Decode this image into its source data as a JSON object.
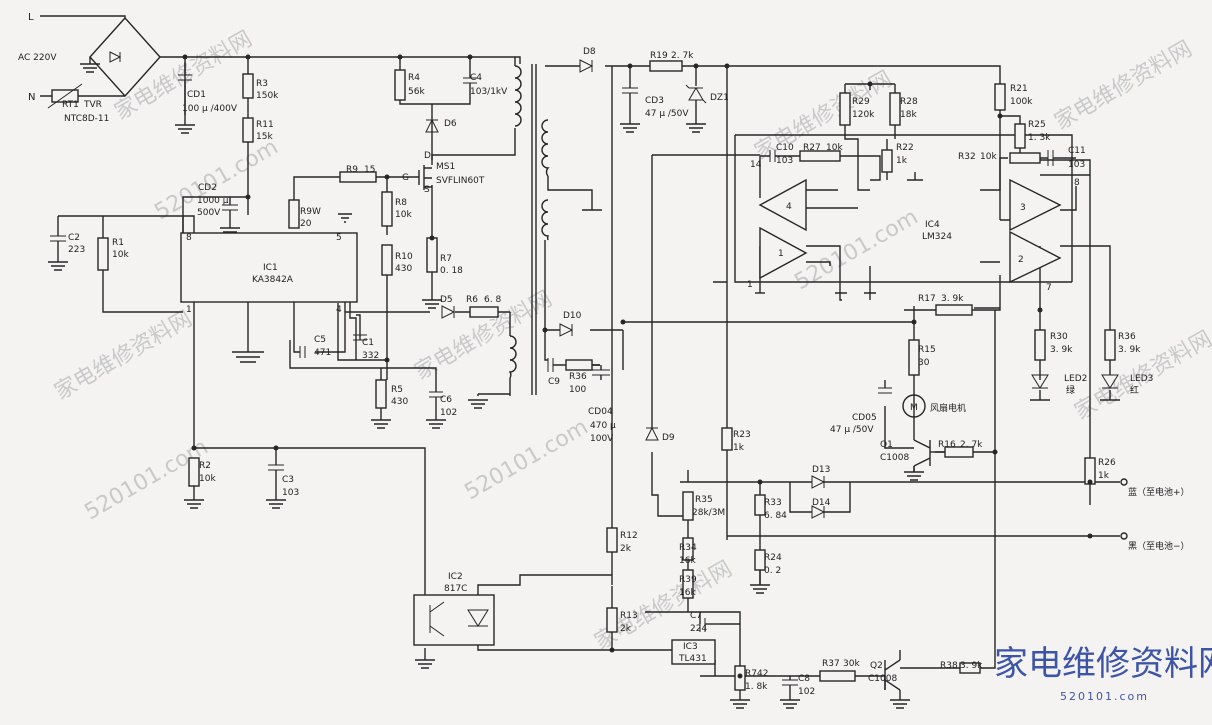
{
  "mains": {
    "line": "L",
    "neutral": "N",
    "voltage": "AC 220V",
    "thermistor_ref": "RT1",
    "thermistor_type": "TVR",
    "thermistor_part": "NTC8D-11"
  },
  "ic": {
    "ic1": {
      "ref": "IC1",
      "part": "KA3842A",
      "pins": [
        "8",
        "5",
        "1",
        "4"
      ]
    },
    "ic2": {
      "ref": "IC2",
      "part": "817C"
    },
    "ic3": {
      "ref": "IC3",
      "part": "TL431"
    },
    "ic4": {
      "ref": "IC4",
      "part": "LM324",
      "pins": [
        "14",
        "1",
        "8",
        "7"
      ],
      "amps": [
        "4",
        "1",
        "3",
        "2"
      ]
    }
  },
  "mosfet": {
    "ref": "MS1",
    "part": "SVFLIN60T",
    "d": "D",
    "g": "G",
    "s": "S"
  },
  "components": {
    "r3": "R3",
    "r3v": "150k",
    "r11": "R11",
    "r11v": "15k",
    "r4": "R4",
    "r4v": "56k",
    "c4": "C4",
    "c4v": "103/1kV",
    "d6": "D6",
    "cd1": "CD1",
    "cd1v": "100 μ /400V",
    "cd2": "CD2",
    "cd2v1": "1000 μ",
    "cd2v2": "500V",
    "r9w": "R9W",
    "r9wv": "20",
    "r9": "R9",
    "r9v": "15",
    "r8": "R8",
    "r8v": "10k",
    "r10": "R10",
    "r10v": "430",
    "r7": "R7",
    "r7v": "0. 18",
    "c2": "C2",
    "c2v": "223",
    "r1": "R1",
    "r1v": "10k",
    "d5": "D5",
    "r6": "R6",
    "r6v": "6. 8",
    "c5": "C5",
    "c5v": "471",
    "c1": "C1",
    "c1v": "332",
    "r5": "R5",
    "r5v": "430",
    "c6": "C6",
    "c6v": "102",
    "r2": "R2",
    "r2v": "10k",
    "c3": "C3",
    "c3v": "103",
    "d8": "D8",
    "r19": "R19",
    "r19v": "2. 7k",
    "cd3": "CD3",
    "cd3v": "47 μ /50V",
    "dz1": "DZ1",
    "d10": "D10",
    "c9": "C9",
    "r36a": "R36",
    "r36av": "100",
    "cd04": "CD04",
    "cd04v1": "470 μ",
    "cd04v2": "100V",
    "d9": "D9",
    "r12": "R12",
    "r12v": "2k",
    "r13": "R13",
    "r13v": "2k",
    "r35": "R35",
    "r35v": "28k/3M",
    "r34": "R34",
    "r34v": "16k",
    "r39": "R39",
    "r39v": "16k",
    "c7": "C7",
    "c7v": "224",
    "r742": "R742",
    "r742v": "1. 8k",
    "c8": "C8",
    "c8v": "102",
    "r23": "R23",
    "r23v": "1k",
    "r33": "R33",
    "r33v": "6. 84",
    "r24": "R24",
    "r24v": "0. 2",
    "d13": "D13",
    "d14": "D14",
    "r37": "R37",
    "r37v": "30k",
    "r38": "R38",
    "r38v": "3. 9k",
    "q1": "Q1",
    "q1v": "C1008",
    "q2": "Q2",
    "q2v": "C1008",
    "r16": "R16",
    "r16v": "2. 7k",
    "r15": "R15",
    "r15v": "30",
    "cd05": "CD05",
    "cd05v": "47 μ /50V",
    "fan": "风扇电机",
    "fan_m": "M",
    "r17": "R17",
    "r17v": "3. 9k",
    "c10": "C10",
    "c10v": "103",
    "r27": "R27",
    "r27v": "10k",
    "r29": "R29",
    "r29v": "120k",
    "r28": "R28",
    "r28v": "18k",
    "r22": "R22",
    "r22v": "1k",
    "r21": "R21",
    "r21v": "100k",
    "r25": "R25",
    "r25v": "1. 3k",
    "r32": "R32",
    "r32v": "10k",
    "c11": "C11",
    "c11v": "103",
    "r30": "R30",
    "r30v": "3. 9k",
    "led2": "LED2",
    "led2c": "绿",
    "r36b": "R36",
    "r36bv": "3. 9k",
    "led3": "LED3",
    "led3c": "红",
    "r26": "R26",
    "r26v": "1k"
  },
  "outputs": {
    "pos": "蓝（至电池+）",
    "neg": "黑（至电池−）"
  },
  "watermark": {
    "cn": "家电维修资料网",
    "url": "520101.com"
  },
  "logo": {
    "cn": "家电维修资料网",
    "url": "520101.com"
  }
}
